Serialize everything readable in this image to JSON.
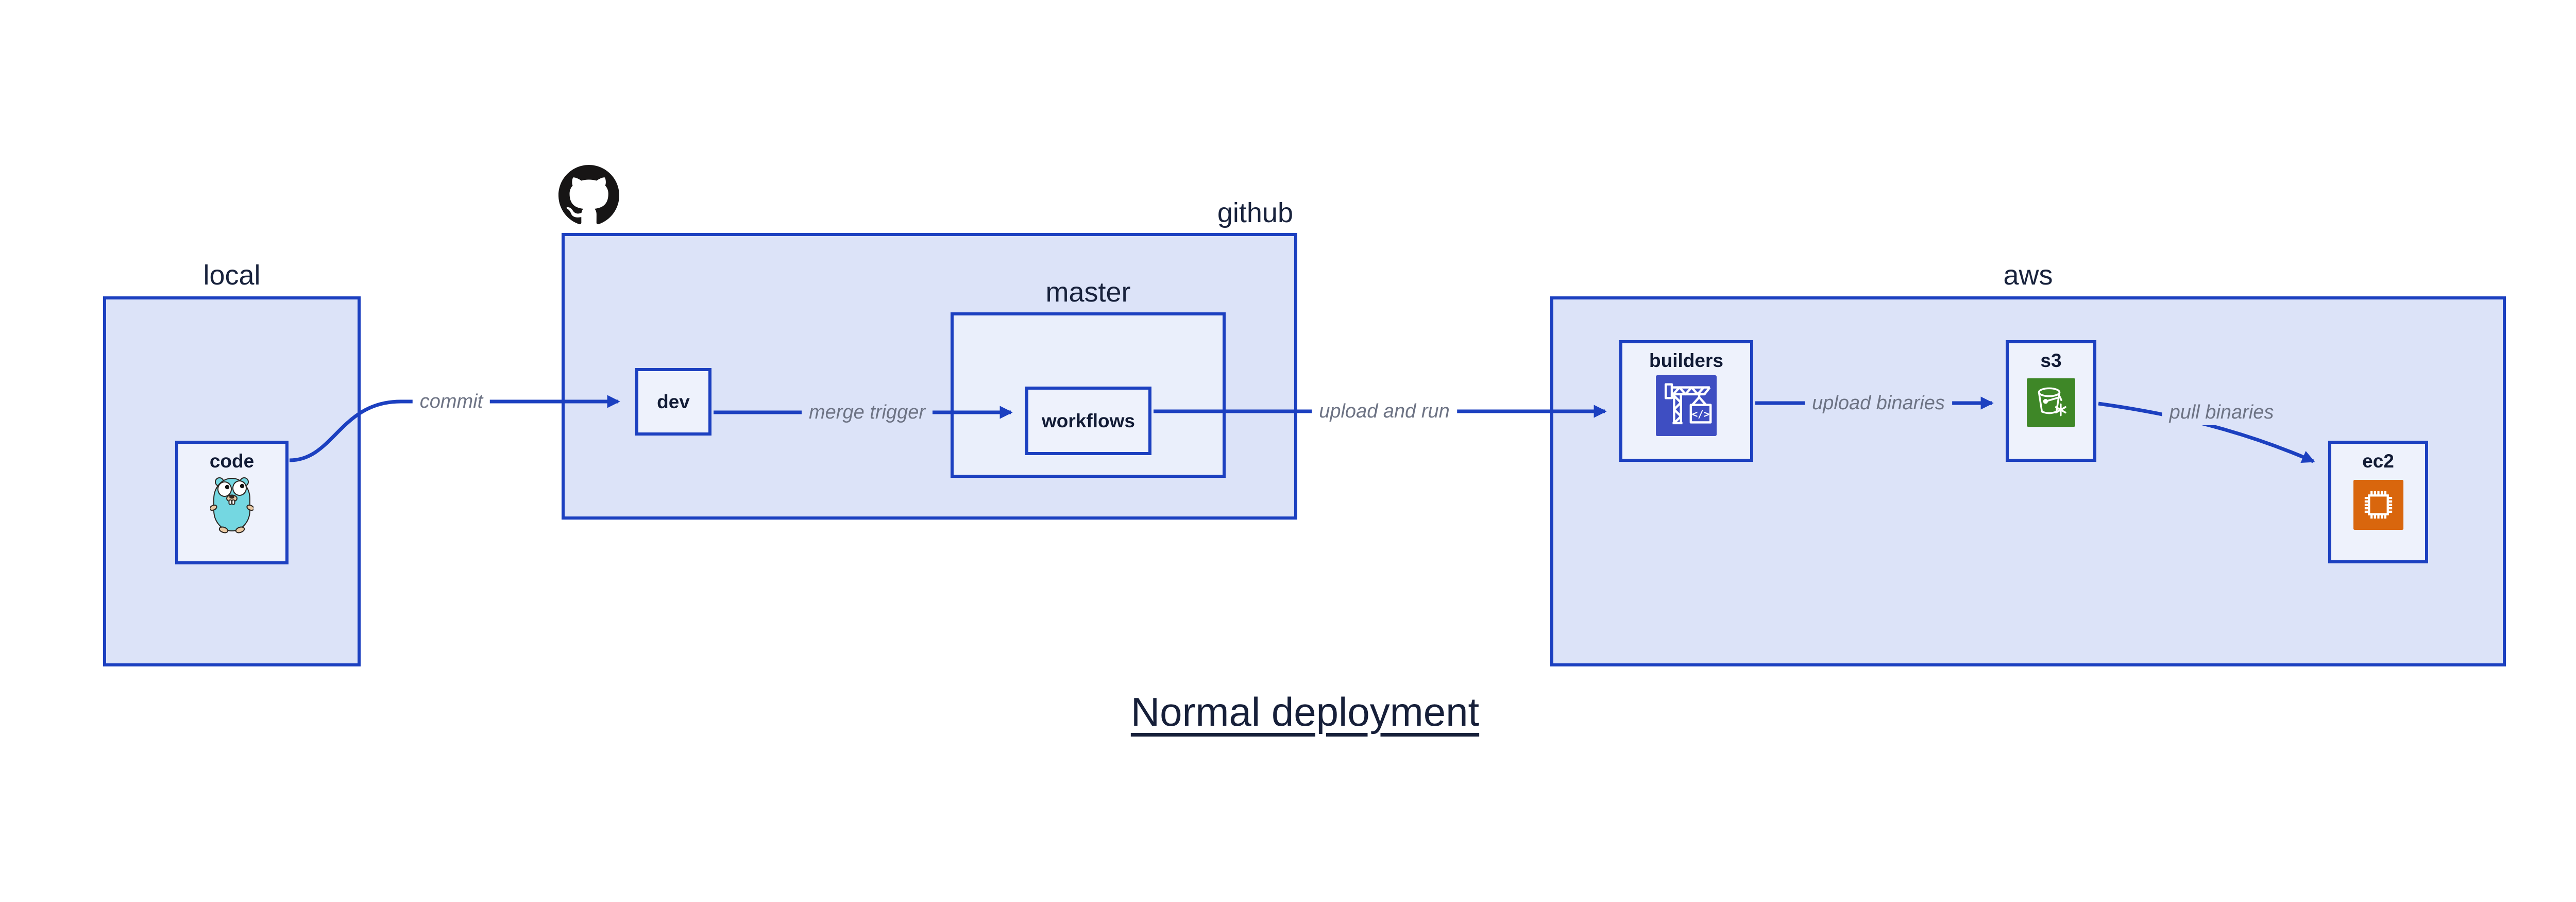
{
  "diagram": {
    "title": "Normal deployment",
    "groups": {
      "local": {
        "label": "local"
      },
      "github": {
        "label": "github"
      },
      "master": {
        "label": "master"
      },
      "aws": {
        "label": "aws"
      }
    },
    "nodes": {
      "code": {
        "label": "code",
        "icon": "go-gopher-icon"
      },
      "dev": {
        "label": "dev"
      },
      "workflows": {
        "label": "workflows"
      },
      "builders": {
        "label": "builders",
        "icon": "aws-codebuild-crane-icon"
      },
      "s3": {
        "label": "s3",
        "icon": "aws-s3-bucket-icon"
      },
      "ec2": {
        "label": "ec2",
        "icon": "aws-ec2-chip-icon"
      }
    },
    "edges": [
      {
        "from": "code",
        "to": "dev",
        "label": "commit"
      },
      {
        "from": "dev",
        "to": "workflows",
        "label": "merge trigger"
      },
      {
        "from": "workflows",
        "to": "builders",
        "label": "upload and run"
      },
      {
        "from": "builders",
        "to": "s3",
        "label": "upload binaries"
      },
      {
        "from": "s3",
        "to": "ec2",
        "label": "pull binaries"
      }
    ],
    "icons": {
      "codebuild_text": "</>"
    },
    "colors": {
      "border_blue": "#1c40c0",
      "container_fill": "#dce3f8",
      "inner_container_fill": "#eaeffb",
      "node_fill": "#eef2fc",
      "edge_label_gray": "#6d7384",
      "text_dark": "#131d38",
      "codebuild_blue": "#3e4ec2",
      "s3_green": "#3e8727",
      "ec2_orange": "#d9660d",
      "gopher_teal": "#74d7e1",
      "github_black": "#171515"
    }
  }
}
